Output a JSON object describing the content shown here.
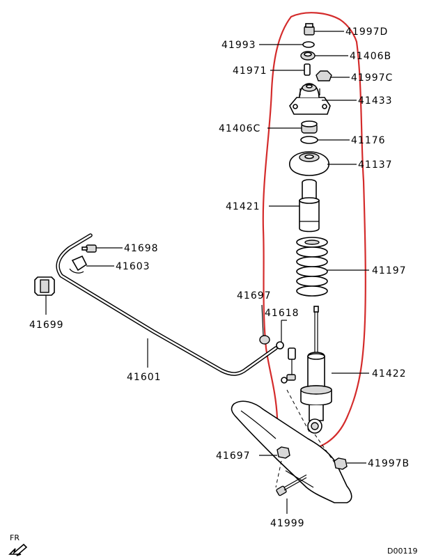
{
  "parts": {
    "p41997D": "41997D",
    "p41993": "41993",
    "p41406B": "41406B",
    "p41971": "41971",
    "p41997C": "41997C",
    "p41433": "41433",
    "p41406C": "41406C",
    "p41176": "41176",
    "p41137": "41137",
    "p41421": "41421",
    "p41698": "41698",
    "p41603": "41603",
    "p41699": "41699",
    "p41197": "41197",
    "p41697a": "41697",
    "p41618": "41618",
    "p41601": "41601",
    "p41422": "41422",
    "p41697b": "41697",
    "p41997B": "41997B",
    "p41999": "41999"
  },
  "direction_label": "FR",
  "diagram_code": "D00119",
  "colors": {
    "highlight": "#d42b2b",
    "ink": "#000000",
    "shade": "#d8d8d8"
  }
}
